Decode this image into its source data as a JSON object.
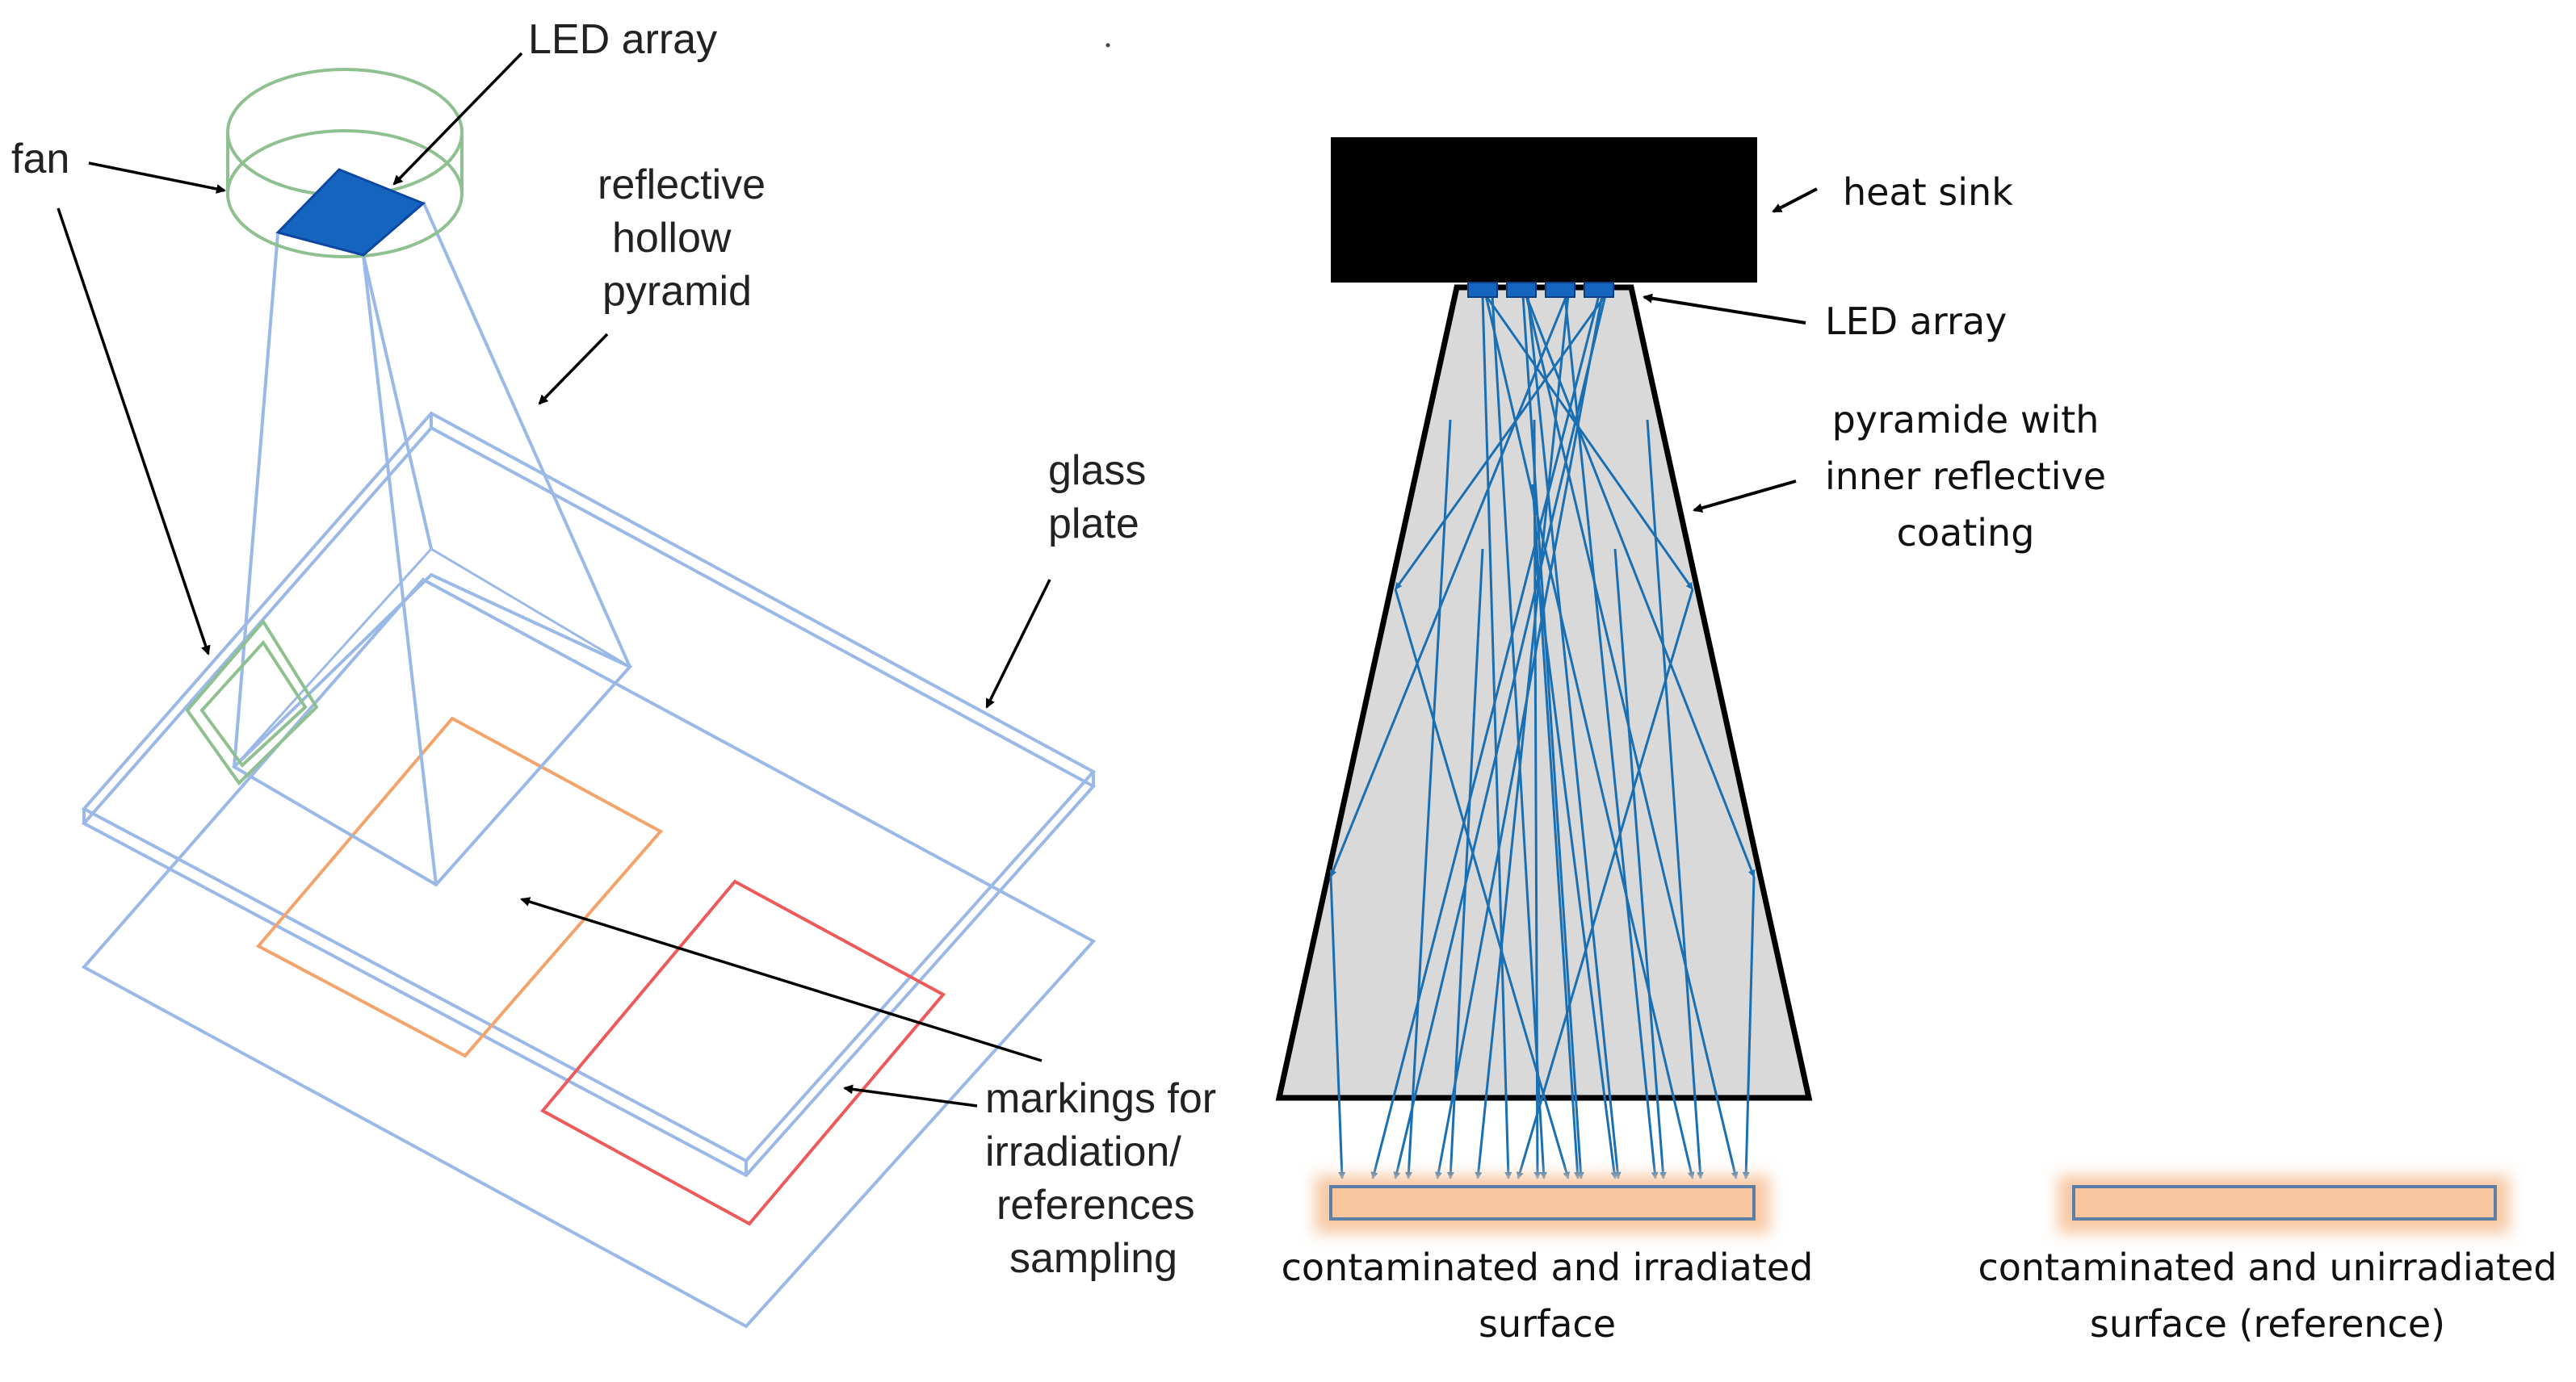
{
  "left_diagram": {
    "labels": {
      "led_array": "LED array",
      "fan": "fan",
      "pyramid": [
        "reflective",
        "hollow",
        "pyramid"
      ],
      "glass_plate": [
        "glass",
        "plate"
      ],
      "markings": [
        "markings for",
        "irradiation/",
        "references",
        "sampling"
      ]
    }
  },
  "right_diagram": {
    "labels": {
      "heat_sink": "heat sink",
      "led_array": "LED array",
      "pyramid": [
        "pyramide with",
        "inner reflective",
        "coating"
      ],
      "surface_irradiated": [
        "contaminated and irradiated",
        "surface"
      ],
      "surface_reference": [
        "contaminated and unirradiated",
        "surface (reference)"
      ]
    }
  },
  "colors": {
    "plate_outline": "#9bb9e6",
    "fan_outline": "#8fc08f",
    "led": "#1565c0",
    "irradiation_marking": "#f4a46a",
    "reference_marking": "#ee5a5a",
    "heat_sink": "#000000",
    "pyramid_fill": "#d9d9d9",
    "rays": "#1a6fb3",
    "surface_glow": "#f8c9a4",
    "surface_outline": "#5b7fa6"
  }
}
